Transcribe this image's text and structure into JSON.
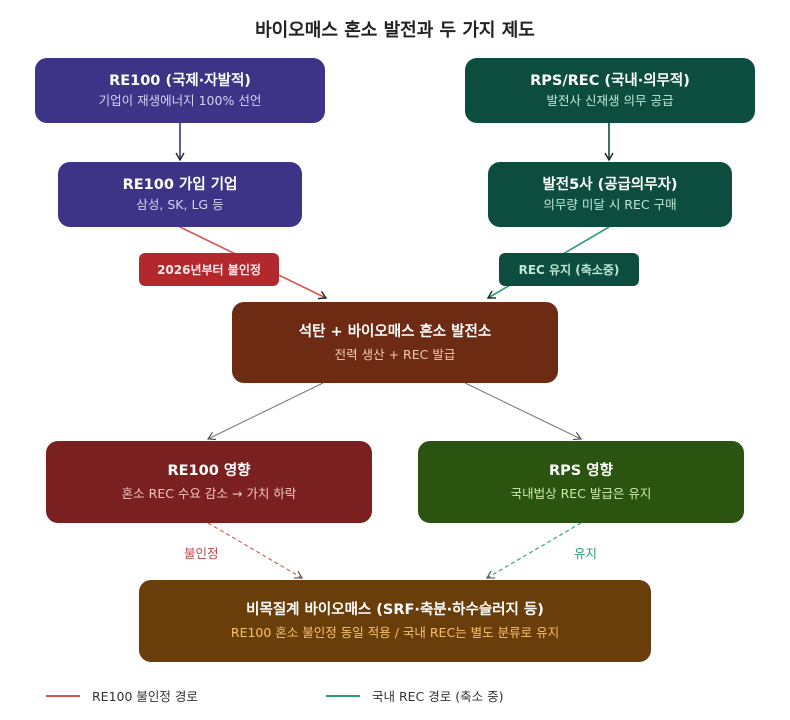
{
  "title": "바이오매스 혼소 발전과 두 가지 제도",
  "colors": {
    "re100_fill": "#3d3488",
    "rps_fill": "#0d4d3f",
    "plant_fill": "#6e2b14",
    "re100_impact_fill": "#7a2020",
    "rps_impact_fill": "#2b5410",
    "nonwood_fill": "#6a3e0a",
    "red_path": "#d9534f",
    "green_path": "#2a9d78",
    "gray_path": "#777777",
    "tag_red": "#b3282d",
    "tag_green": "#0d4d3f"
  },
  "nodes": {
    "re100": {
      "heading": "RE100 (국제·자발적)",
      "sub": "기업이 재생에너지 100% 선언"
    },
    "rps": {
      "heading": "RPS/REC (국내·의무적)",
      "sub": "발전사 신재생 의무 공급"
    },
    "re100_members": {
      "heading": "RE100 가입 기업",
      "sub": "삼성, SK, LG 등"
    },
    "gencos": {
      "heading": "발전5사 (공급의무자)",
      "sub": "의무량 미달 시 REC 구매"
    },
    "plant": {
      "heading": "석탄 + 바이오매스 혼소 발전소",
      "sub": "전력 생산 + REC 발급"
    },
    "re100_impact": {
      "heading": "RE100 영향",
      "sub": "혼소 REC 수요 감소 → 가치 하락"
    },
    "rps_impact": {
      "heading": "RPS 영향",
      "sub": "국내법상 REC 발급은 유지"
    },
    "nonwood": {
      "heading": "비목질계 바이오매스 (SRF·축분·하수슬러지 등)",
      "sub": "RE100 혼소 불인정 동일 적용 / 국내 REC는 별도 분류로 유지"
    }
  },
  "edge_tags": {
    "re100_tag": "2026년부터 불인정",
    "rec_tag": "REC 유지 (축소중)"
  },
  "edge_labels": {
    "not_recognized": "불인정",
    "maintained": "유지"
  },
  "legend": [
    {
      "label": "RE100 불인정 경로",
      "color": "#d9534f"
    },
    {
      "label": "국내 REC 경로 (축소 중)",
      "color": "#2a9d78"
    }
  ]
}
